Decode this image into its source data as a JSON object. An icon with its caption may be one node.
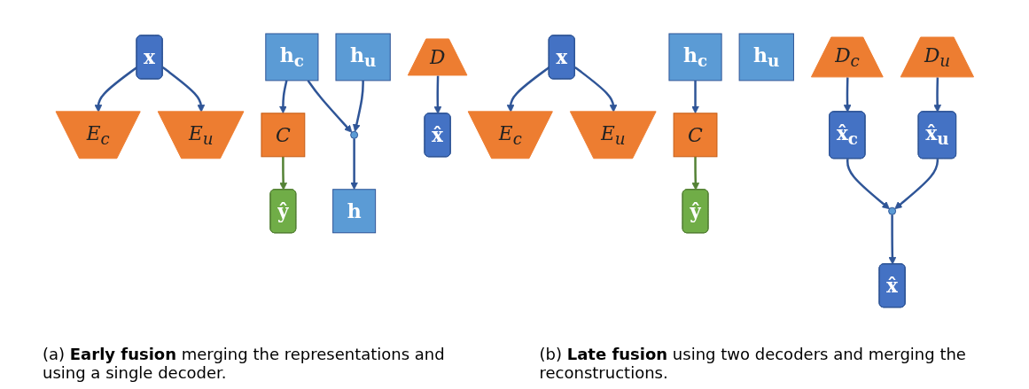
{
  "diagram": {
    "nodes": [
      {
        "text": [
          "x"
        ]
      },
      {
        "text": [
          "E$_{c}$"
        ]
      },
      {
        "text": [
          "E$_{u}$"
        ]
      },
      {
        "text": [
          "h$_{c}$"
        ]
      },
      {
        "text": [
          "h$_{u}$"
        ]
      },
      {
        "text": [
          "C"
        ]
      },
      {
        "text": [
          "ŷ"
        ]
      },
      {
        "text": [],
        "shape": "circle"
      },
      {
        "text": [
          "h"
        ]
      },
      {
        "text": [
          "D"
        ]
      },
      {
        "text": [
          "x̂"
        ]
      },
      {
        "text": [
          "x"
        ]
      },
      {
        "text": [
          "E$_{c}$"
        ]
      },
      {
        "text": [
          "E$_{u}$"
        ]
      },
      {
        "text": [
          "h$_{c}$"
        ]
      },
      {
        "text": [
          "h$_{u}$"
        ]
      },
      {
        "text": [
          "C"
        ]
      },
      {
        "text": [
          "ŷ"
        ]
      },
      {
        "text": [
          "D$_{c}$"
        ]
      },
      {
        "text": [
          "D$_{u}$"
        ]
      },
      {
        "text": [
          "x̂$_{c}$"
        ]
      },
      {
        "text": [
          "x̂$_{u}$"
        ]
      },
      {
        "text": [],
        "shape": "circle"
      },
      {
        "text": [
          "x̂"
        ]
      }
    ],
    "edges": [
      {
        "from": 0,
        "to": 1,
        "arrow": "to"
      },
      {
        "from": 0,
        "to": 2,
        "arrow": "to"
      },
      {
        "from": 3,
        "to": 5,
        "arrow": "to"
      },
      {
        "from": 5,
        "to": 6,
        "arrow": "to",
        "color": "#548235"
      },
      {
        "from": 3,
        "to": 7,
        "arrow": "to"
      },
      {
        "from": 4,
        "to": 7,
        "arrow": "to"
      },
      {
        "from": 7,
        "to": 8,
        "arrow": "to"
      },
      {
        "from": 9,
        "to": 10,
        "arrow": "to"
      },
      {
        "from": 11,
        "to": 12,
        "arrow": "to"
      },
      {
        "from": 11,
        "to": 13,
        "arrow": "to"
      },
      {
        "from": 14,
        "to": 16,
        "arrow": "to"
      },
      {
        "from": 16,
        "to": 17,
        "arrow": "to",
        "color": "#548235"
      },
      {
        "from": 18,
        "to": 20,
        "arrow": "to"
      },
      {
        "from": 19,
        "to": 21,
        "arrow": "to"
      },
      {
        "from": 20,
        "to": 22,
        "arrow": "to"
      },
      {
        "from": 21,
        "to": 22,
        "arrow": "to"
      },
      {
        "from": 22,
        "to": 23,
        "arrow": "to"
      }
    ],
    "labels": [
      "(a) **Early fusion** merging the representations and using a single decoder.",
      "(b) **Late fusion** using two decoders and merging the reconstructions."
    ]
  }
}
